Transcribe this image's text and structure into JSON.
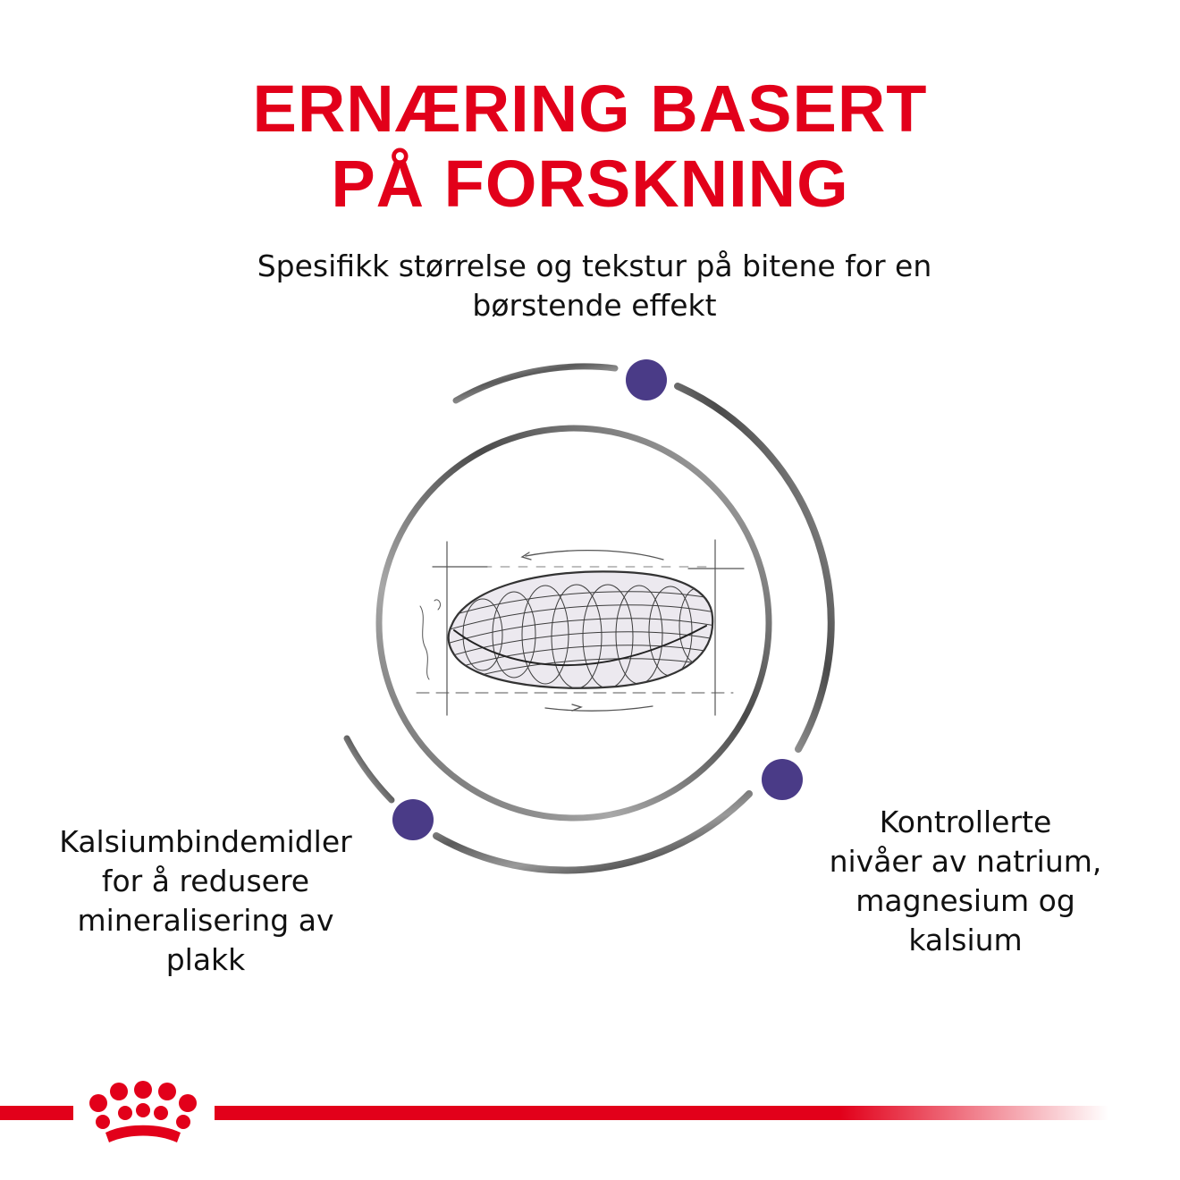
{
  "header": {
    "title_line1": "ERNÆRING BASERT",
    "title_line2": "PÅ FORSKNING"
  },
  "benefits": {
    "top": {
      "line1": "Spesifikk størrelse og tekstur på bitene for en",
      "line2": "børstende effekt"
    },
    "left": {
      "line1": "Kalsiumbindemidler",
      "line2": "for å redusere",
      "line3": "mineralisering av",
      "line4": "plakk"
    },
    "right": {
      "line1": "Kontrollerte",
      "line2": "nivåer av natrium,",
      "line3": "magnesium og",
      "line4": "kalsium"
    }
  },
  "colors": {
    "brand_red": "#e2001a",
    "accent_purple": "#4a3b87",
    "arc_gray": "#6b6b6b"
  },
  "icons": {
    "logo": "royal-canin-crown-icon",
    "kibble": "kibble-sketch-icon",
    "marker": "purple-dot-icon"
  }
}
